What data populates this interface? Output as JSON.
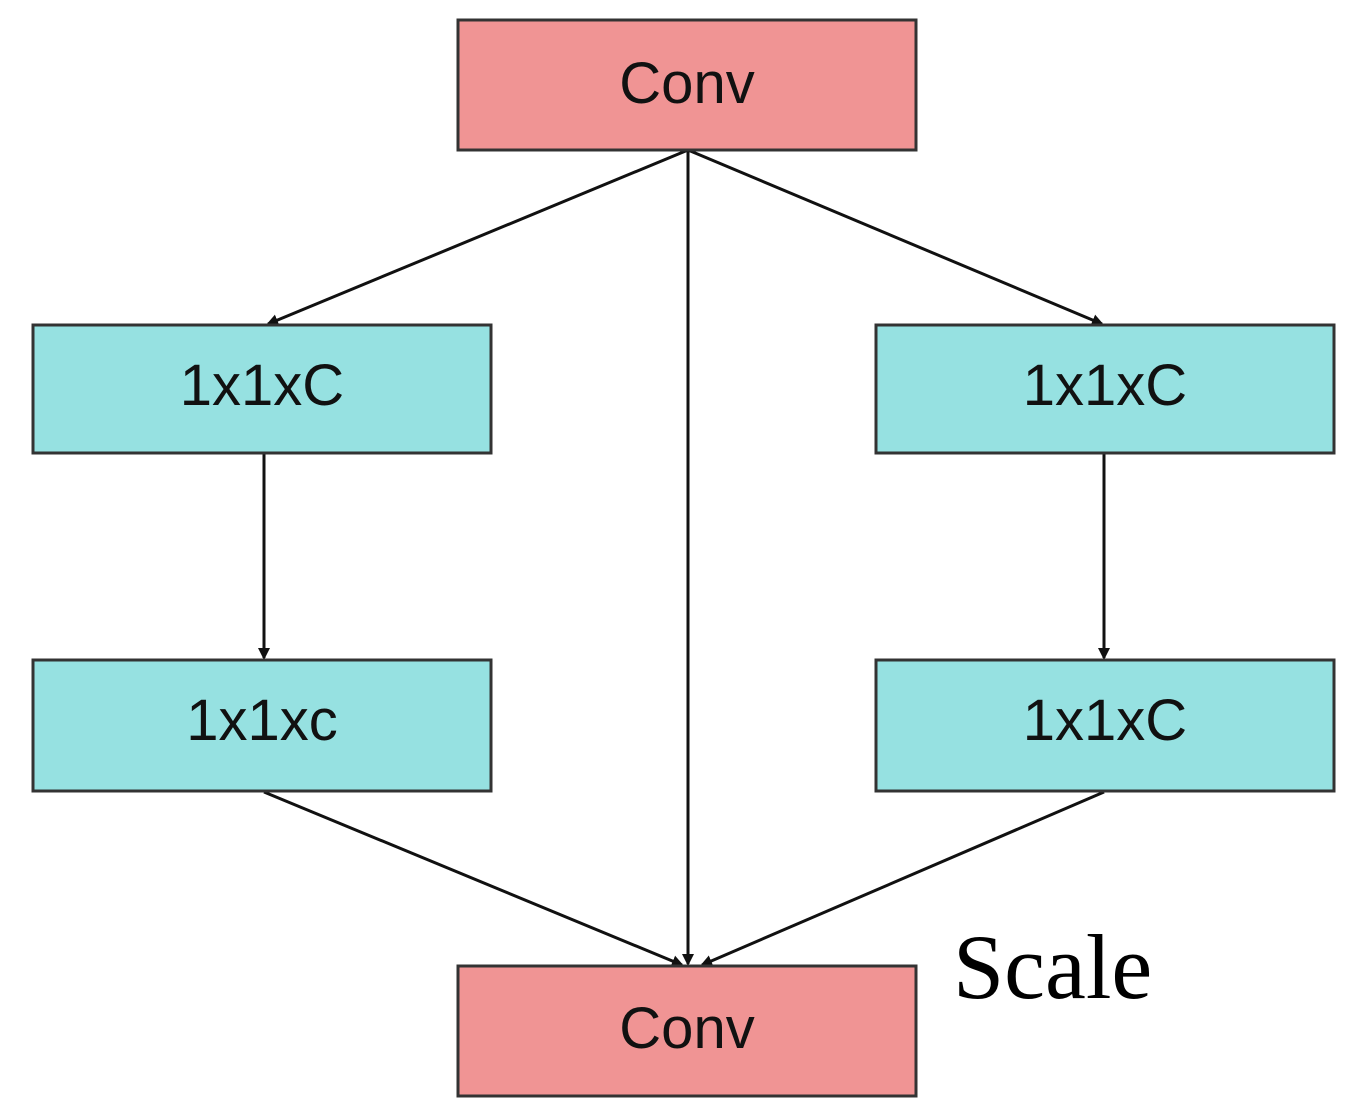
{
  "nodes": {
    "top": {
      "label": "Conv",
      "fill": "#F09494"
    },
    "left_upper": {
      "label": "1x1xC",
      "fill": "#96E1E1"
    },
    "left_lower": {
      "label": "1x1xc",
      "fill": "#96E1E1"
    },
    "right_upper": {
      "label": "1x1xC",
      "fill": "#96E1E1"
    },
    "right_lower": {
      "label": "1x1xC",
      "fill": "#96E1E1"
    },
    "bottom": {
      "label": "Conv",
      "fill": "#F09494"
    }
  },
  "annotation": {
    "label": "Scale"
  },
  "colors": {
    "stroke": "#333333",
    "arrow": "#111111",
    "background": "#FFFFFF"
  },
  "edges": [
    {
      "from": "top",
      "to": "left_upper"
    },
    {
      "from": "top",
      "to": "right_upper"
    },
    {
      "from": "top",
      "to": "bottom"
    },
    {
      "from": "left_upper",
      "to": "left_lower"
    },
    {
      "from": "right_upper",
      "to": "right_lower"
    },
    {
      "from": "left_lower",
      "to": "bottom"
    },
    {
      "from": "right_lower",
      "to": "bottom"
    }
  ]
}
